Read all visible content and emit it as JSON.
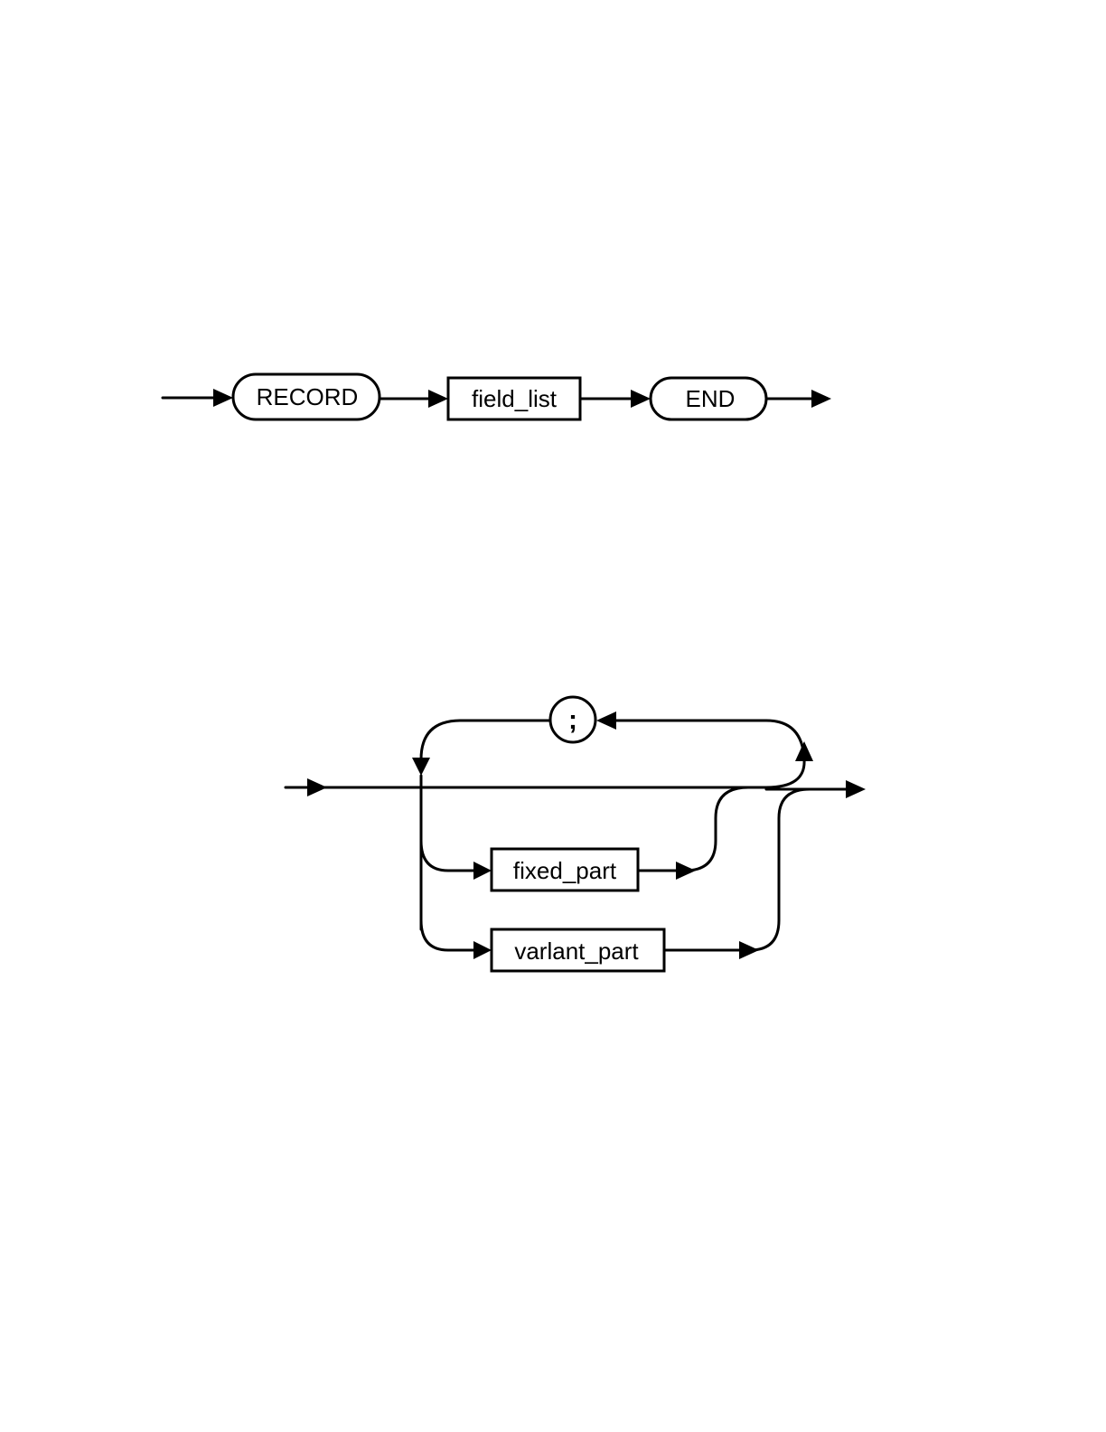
{
  "record_diagram": {
    "keyword_record": "RECORD",
    "nonterminal_field_list": "field_list",
    "keyword_end": "END"
  },
  "field_list_diagram": {
    "separator": ";",
    "nonterminal_fixed_part": "fixed_part",
    "nonterminal_variant_part": "varlant_part"
  }
}
